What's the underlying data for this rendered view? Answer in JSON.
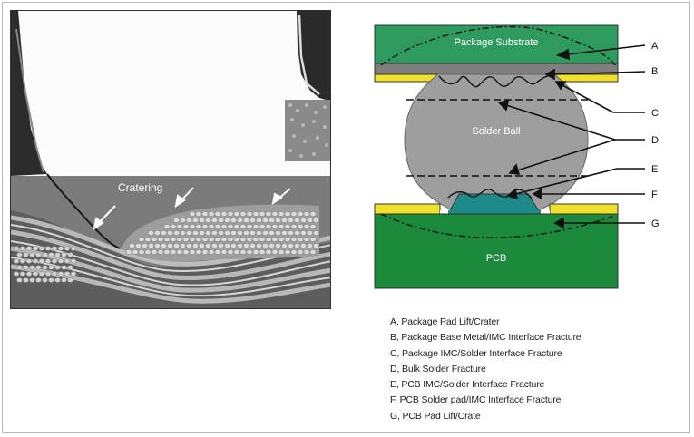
{
  "photo": {
    "cratering_label": "Cratering"
  },
  "diagram": {
    "package_substrate_label": "Package Substrate",
    "solder_ball_label": "Solder Ball",
    "pcb_label": "PCB",
    "callouts": [
      "A",
      "B",
      "C",
      "D",
      "E",
      "F",
      "G"
    ],
    "colors": {
      "substrate": "#2e9a5e",
      "pcb": "#1b8a3c",
      "pad": "#f0e12a",
      "solder": "#9e9e9e",
      "imc": "#1f8a8a",
      "base_metal": "#7f7f7f"
    }
  },
  "legend": {
    "items": [
      "A, Package Pad Lift/Crater",
      "B, Package Base Metal/IMC Interface Fracture",
      "C, Package IMC/Solder Interface Fracture",
      "D, Bulk Solder Fracture",
      "E, PCB IMC/Solder Interface Fracture",
      "F, PCB Solder pad/IMC Interface Fracture",
      "G, PCB Pad Lift/Crate"
    ]
  }
}
